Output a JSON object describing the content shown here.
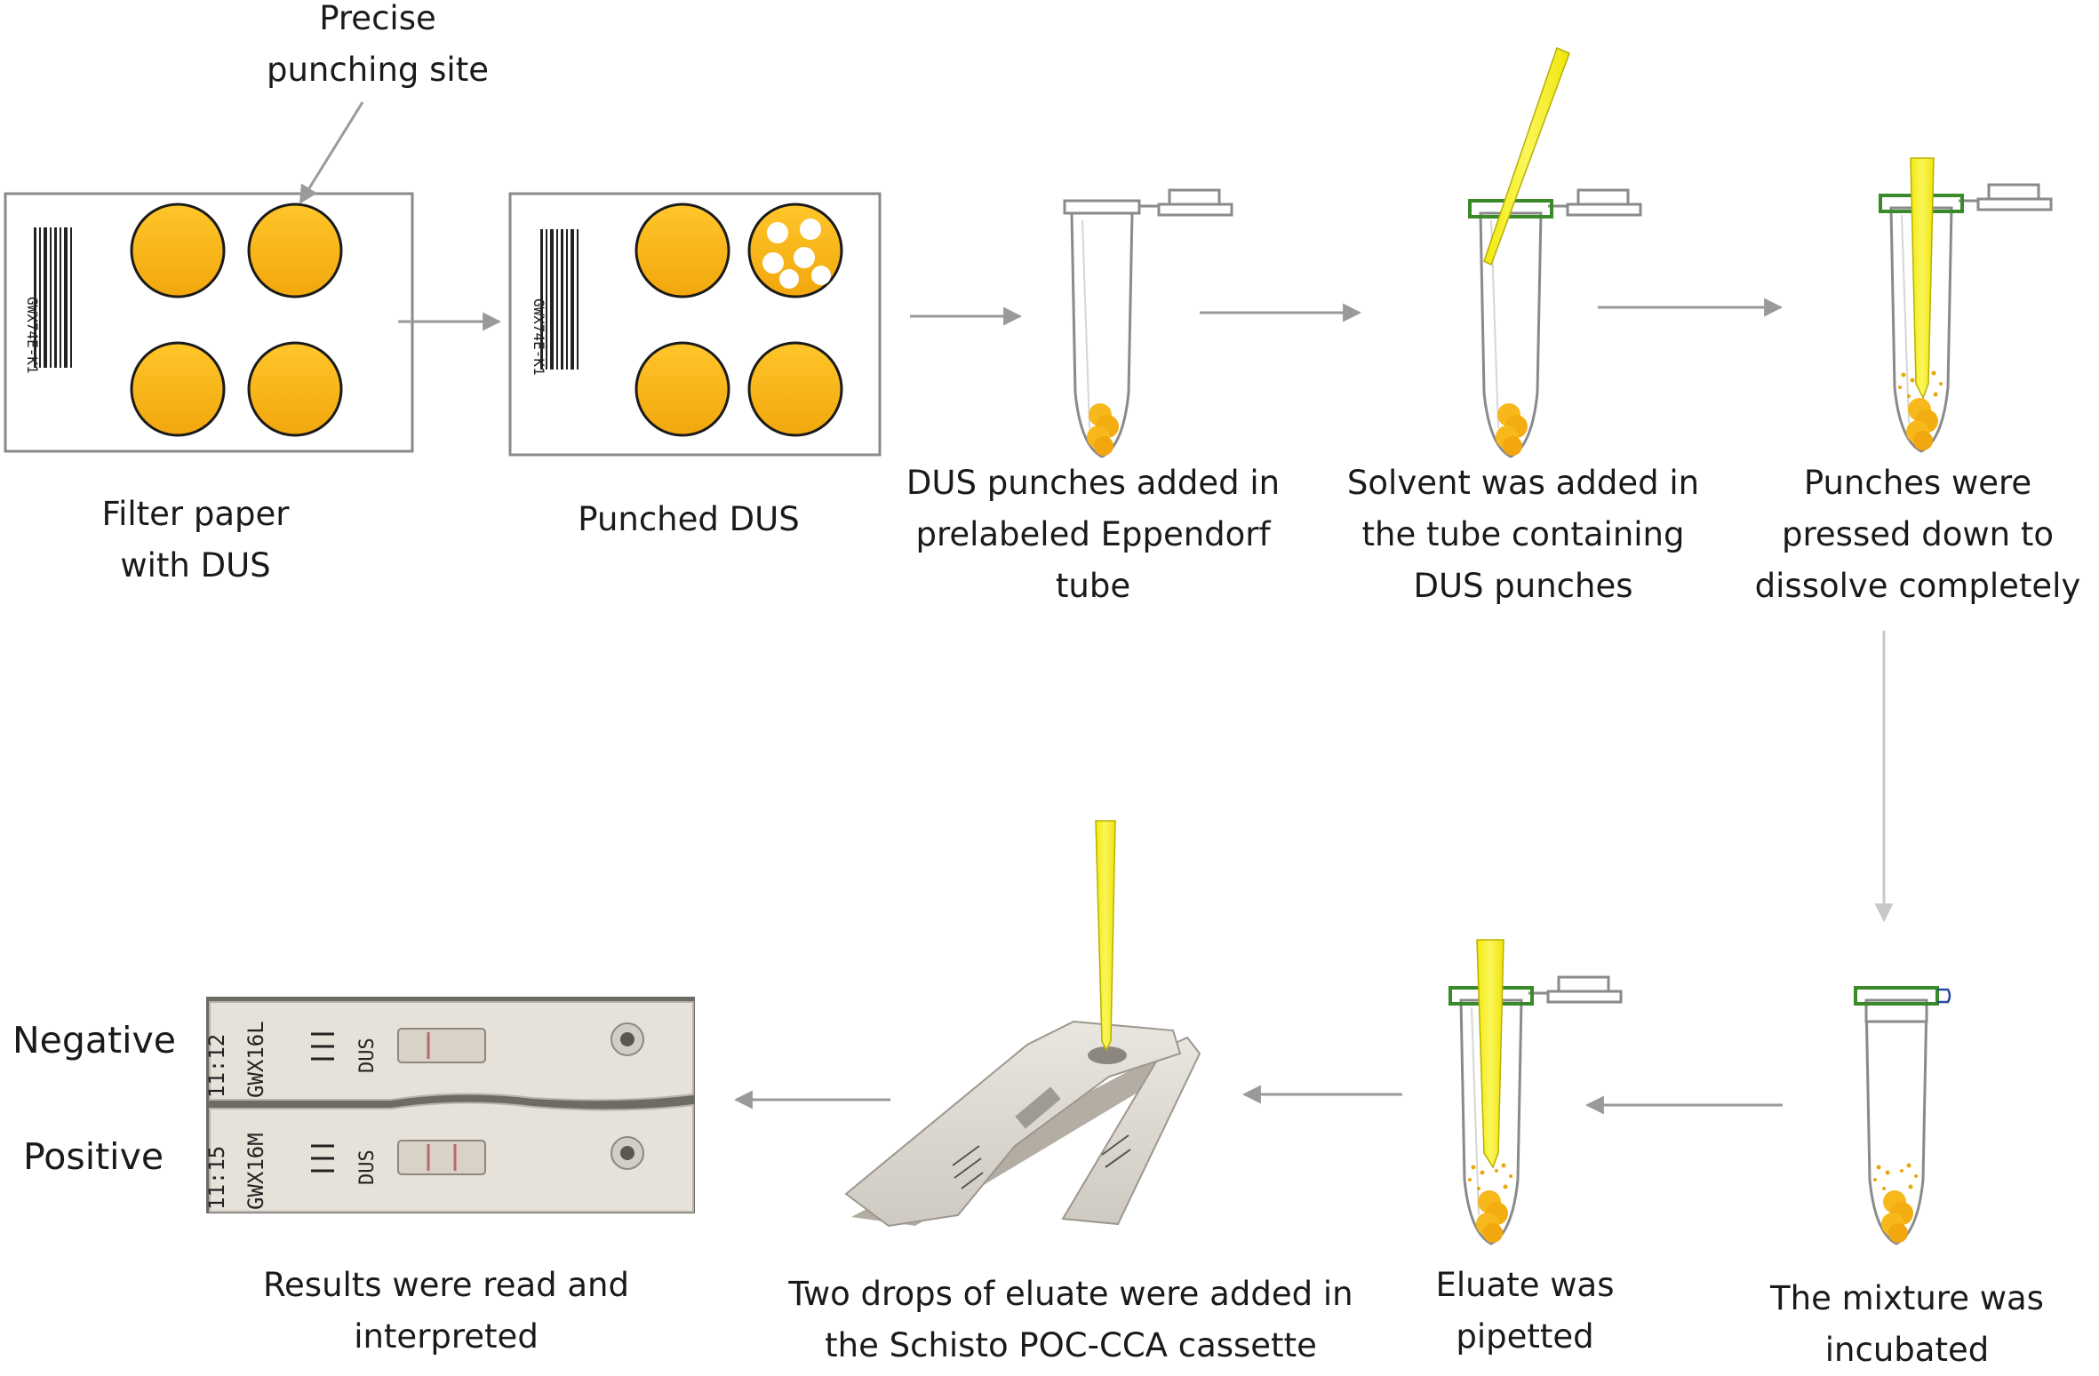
{
  "callout": {
    "line1": "Precise",
    "line2": "punching site"
  },
  "steps": [
    {
      "id": "filter-paper",
      "lines": [
        "Filter paper",
        "with DUS"
      ]
    },
    {
      "id": "punched",
      "lines": [
        "Punched DUS"
      ]
    },
    {
      "id": "added",
      "lines": [
        "DUS punches added in",
        "prelabeled Eppendorf",
        "tube"
      ]
    },
    {
      "id": "solvent",
      "lines": [
        "Solvent was added in",
        "the tube containing",
        "DUS punches"
      ]
    },
    {
      "id": "pressed",
      "lines": [
        "Punches were",
        "pressed down to",
        "dissolve completely"
      ]
    },
    {
      "id": "incubated",
      "lines": [
        "The mixture was",
        "incubated"
      ]
    },
    {
      "id": "eluate",
      "lines": [
        "Eluate was",
        "pipetted"
      ]
    },
    {
      "id": "drops",
      "lines": [
        "Two drops of eluate were added in",
        "the Schisto POC-CCA cassette"
      ]
    },
    {
      "id": "results",
      "lines": [
        "Results were read and",
        "interpreted"
      ]
    }
  ],
  "result_labels": {
    "negative": "Negative",
    "positive": "Positive"
  },
  "barcode_text": "GWX74E-K1",
  "cassette_text": {
    "top_code": "GWX16L",
    "top_time": "11:12",
    "bottom_code": "GWX16M",
    "bottom_time": "11:15",
    "mark": "DUS"
  },
  "colors": {
    "spot": "#f6b81a",
    "spot_edge": "#1a1a1a",
    "tip": "#f7f01e",
    "tube_cap": "#3a8a2a",
    "arrow": "#9a9a9a",
    "cassette": "#e4e0d8"
  }
}
